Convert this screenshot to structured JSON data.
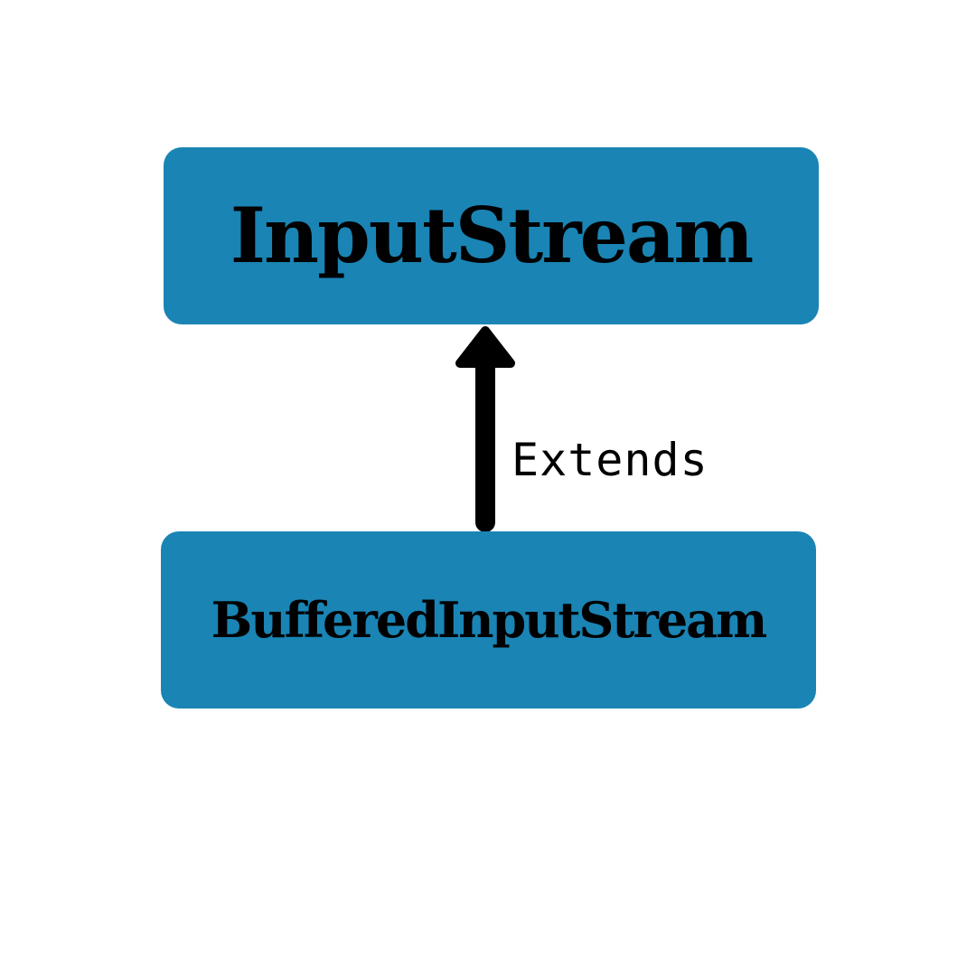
{
  "diagram": {
    "nodes": {
      "parent": {
        "label": "InputStream"
      },
      "child": {
        "label": "BufferedInputStream"
      }
    },
    "edge": {
      "from": "child",
      "to": "parent",
      "label": "Extends"
    },
    "colors": {
      "box_fill": "#1a84b4",
      "arrow": "#000000",
      "text": "#000000",
      "background": "#ffffff"
    }
  }
}
